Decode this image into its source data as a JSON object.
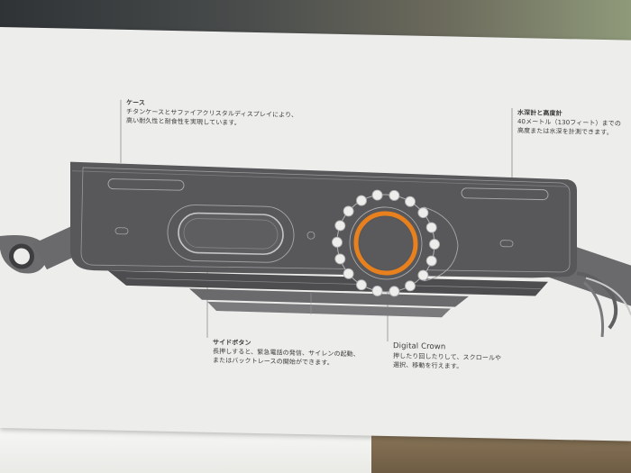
{
  "callouts": {
    "case": {
      "title": "ケース",
      "lines": [
        "チタンケースとサファイアクリスタルディスプレイにより、",
        "高い耐久性と耐食性を実現しています。"
      ]
    },
    "depth": {
      "title": "水深計と高度計",
      "lines": [
        "40メートル（130フィート）までの",
        "高度または水深を計測できます。"
      ]
    },
    "side_button": {
      "title": "サイドボタン",
      "lines": [
        "長押しすると、緊急電話の発信、サイレンの起動、",
        "またはバックトレースの開始ができます。"
      ]
    },
    "crown": {
      "title": "Digital Crown",
      "lines": [
        "押したり回したりして、スクロールや",
        "選択、移動を行えます。"
      ]
    }
  },
  "colors": {
    "watch_body": "#5a5a5c",
    "card": "#ededeb",
    "crown_ring": "#e8801e",
    "leader_line": "#8a8a8a",
    "text": "#3c3c3c"
  }
}
